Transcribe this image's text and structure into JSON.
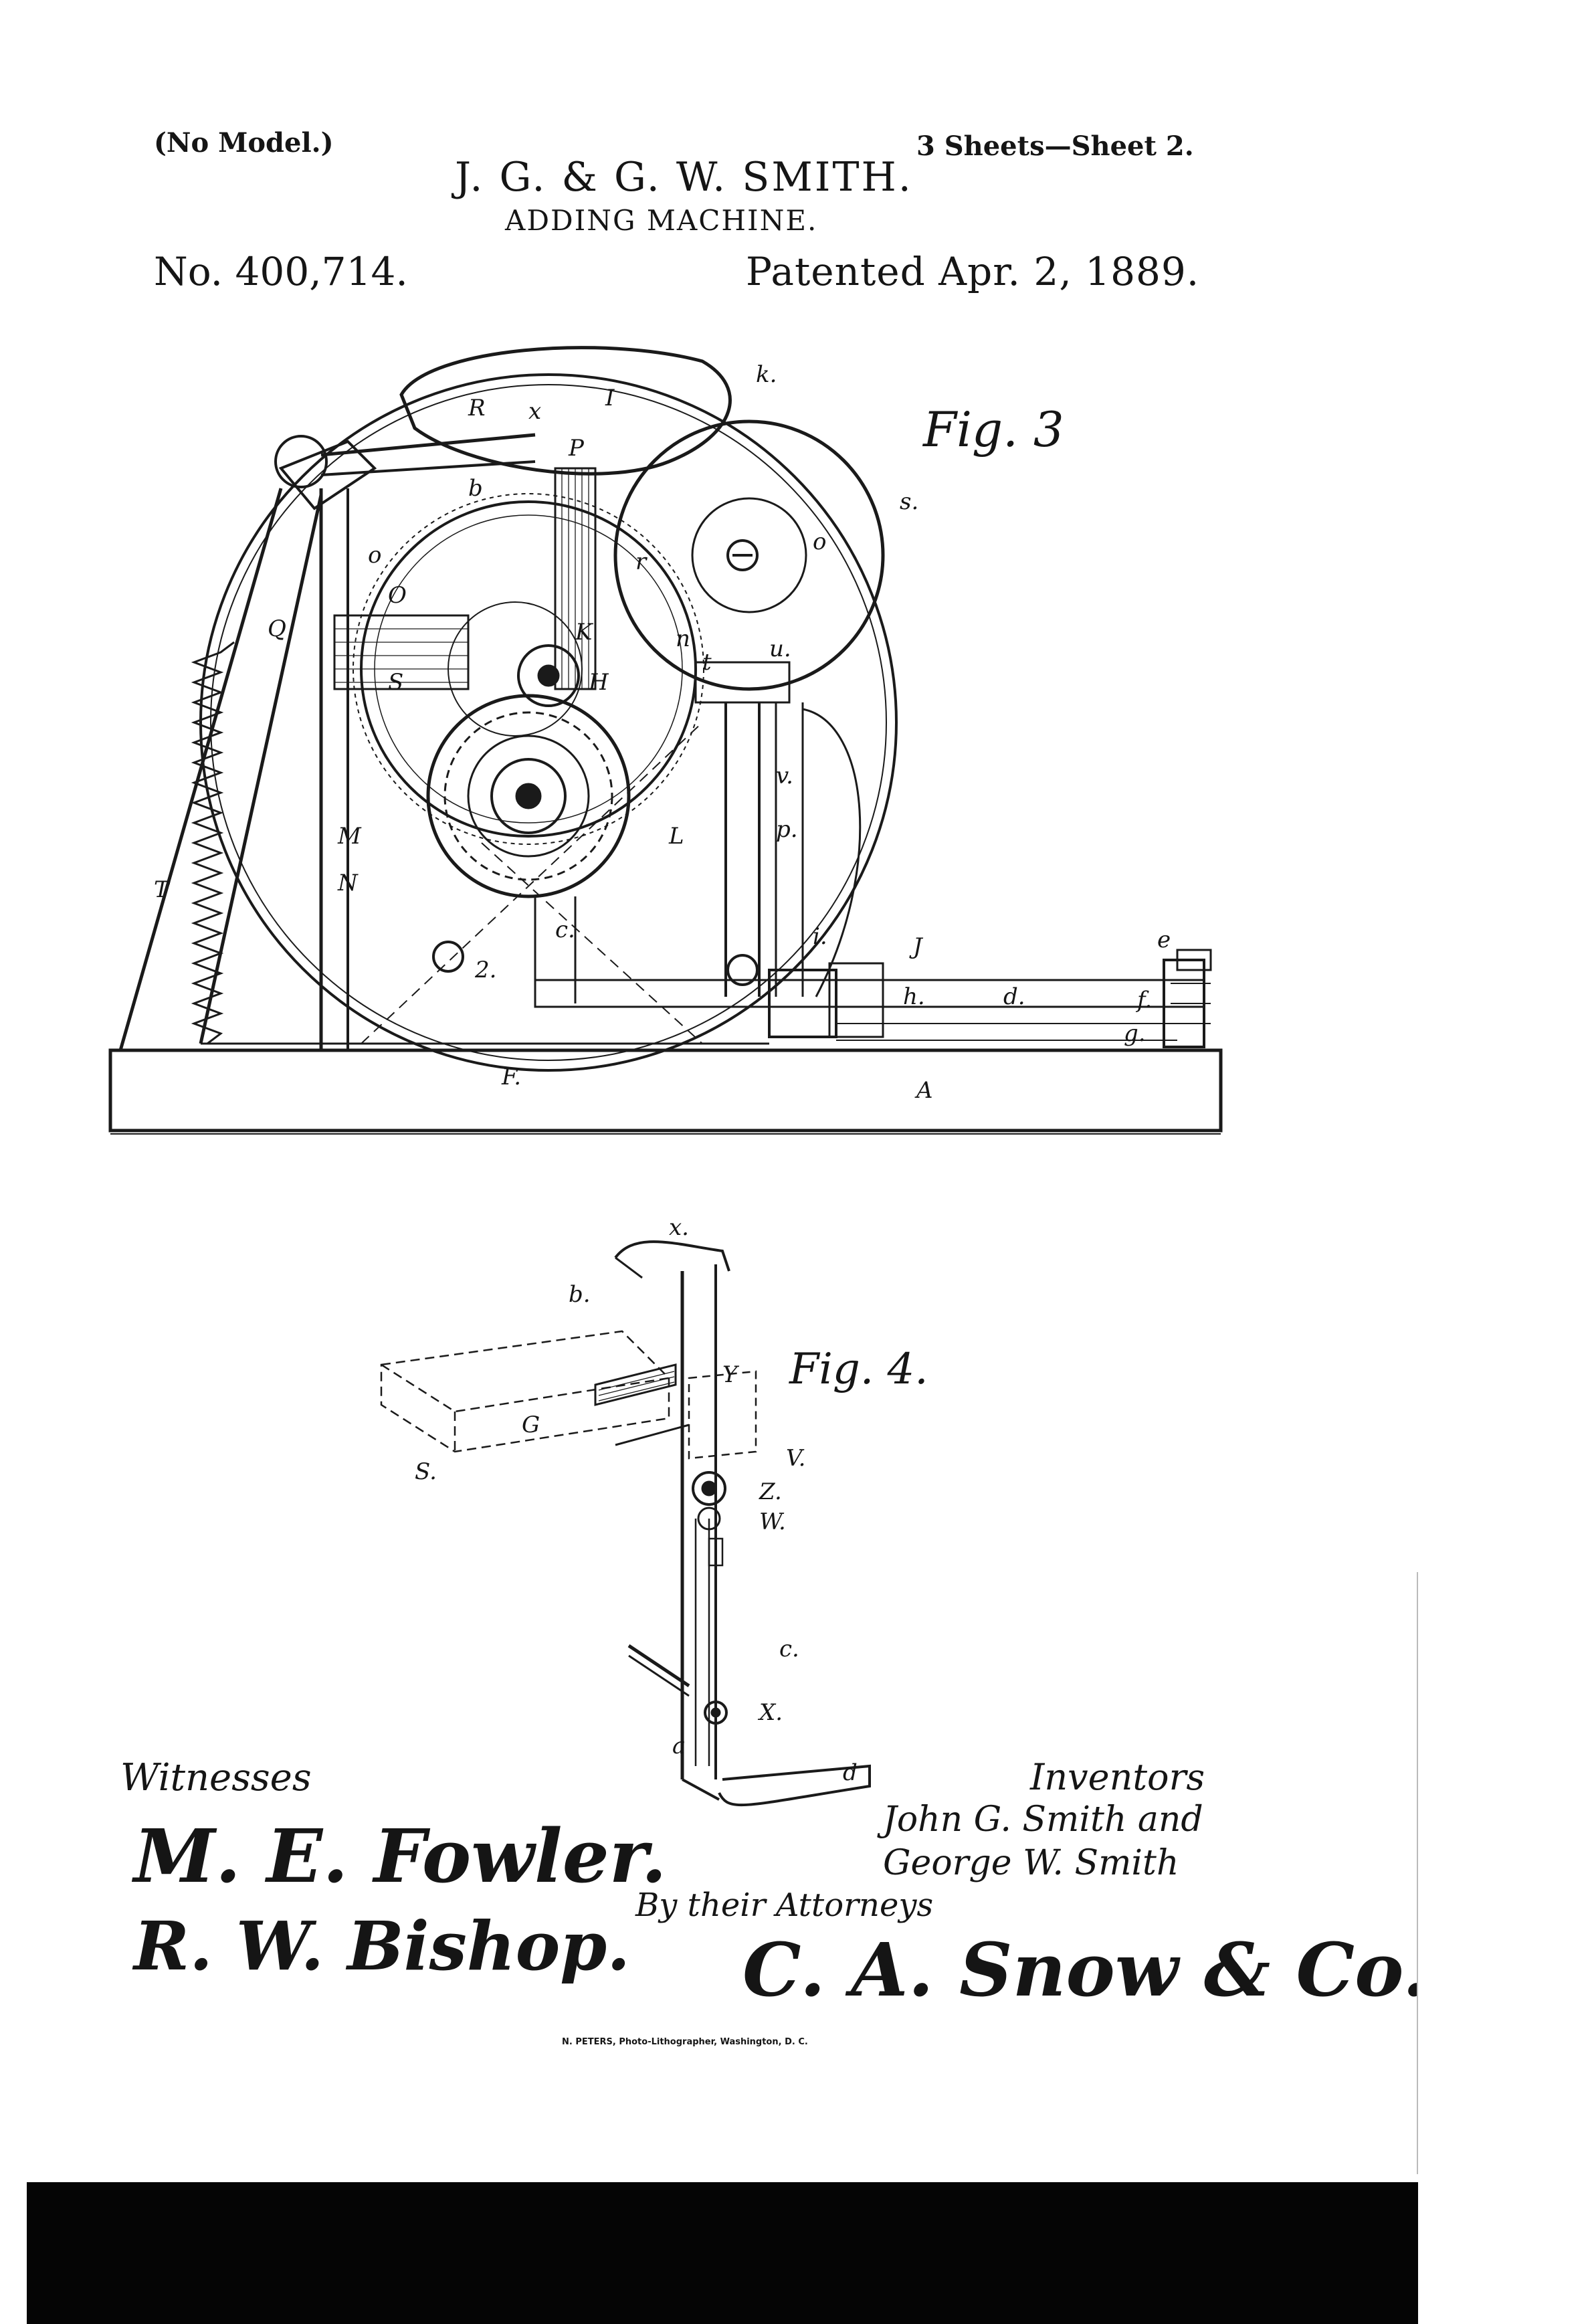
{
  "header": {
    "no_model": "(No Model.)",
    "sheets": "3 Sheets—Sheet 2.",
    "inventors_title": "J. G. & G. W. SMITH.",
    "invention": "ADDING MACHINE.",
    "patent_no": "No. 400,714.",
    "patented": "Patented Apr. 2, 1889."
  },
  "figures": {
    "fig3": "Fig. 3",
    "fig4": "Fig. 4."
  },
  "fig3_labels": {
    "k_top": "k.",
    "R": "R",
    "x": "x",
    "I": "I",
    "P": "P",
    "b": "b",
    "s": "s.",
    "o": "o",
    "O": "O",
    "r": "r",
    "Q": "Q",
    "K": "K",
    "n": "n",
    "t": "t",
    "u": "u.",
    "S": "S",
    "H": "H",
    "M": "M",
    "L": "L",
    "v": "v.",
    "p": "p.",
    "N": "N",
    "T": "T",
    "c": "c.",
    "two": "2.",
    "i": "i.",
    "J": "J",
    "e": "e",
    "h": "h.",
    "d": "d.",
    "f": "f.",
    "g": "g.",
    "F": "F.",
    "A": "A"
  },
  "fig4_labels": {
    "x": "x.",
    "b": "b.",
    "Y": "Y",
    "G": "G",
    "V": "V.",
    "S": "S.",
    "Z": "Z.",
    "W": "W.",
    "c": "c.",
    "X": "X.",
    "a": "a",
    "d": "d"
  },
  "signatures": {
    "witnesses_label": "Witnesses",
    "witness1": "M. E. Fowler.",
    "witness2": "R. W. Bishop.",
    "inventors_label": "Inventors",
    "inventor1": "John G. Smith and",
    "inventor2": "George W. Smith",
    "by_attorneys": "By their Attorneys",
    "attorney": "C. A. Snow & Co."
  },
  "footer": {
    "lithographer": "N. PETERS, Photo-Lithographer, Washington, D. C."
  }
}
